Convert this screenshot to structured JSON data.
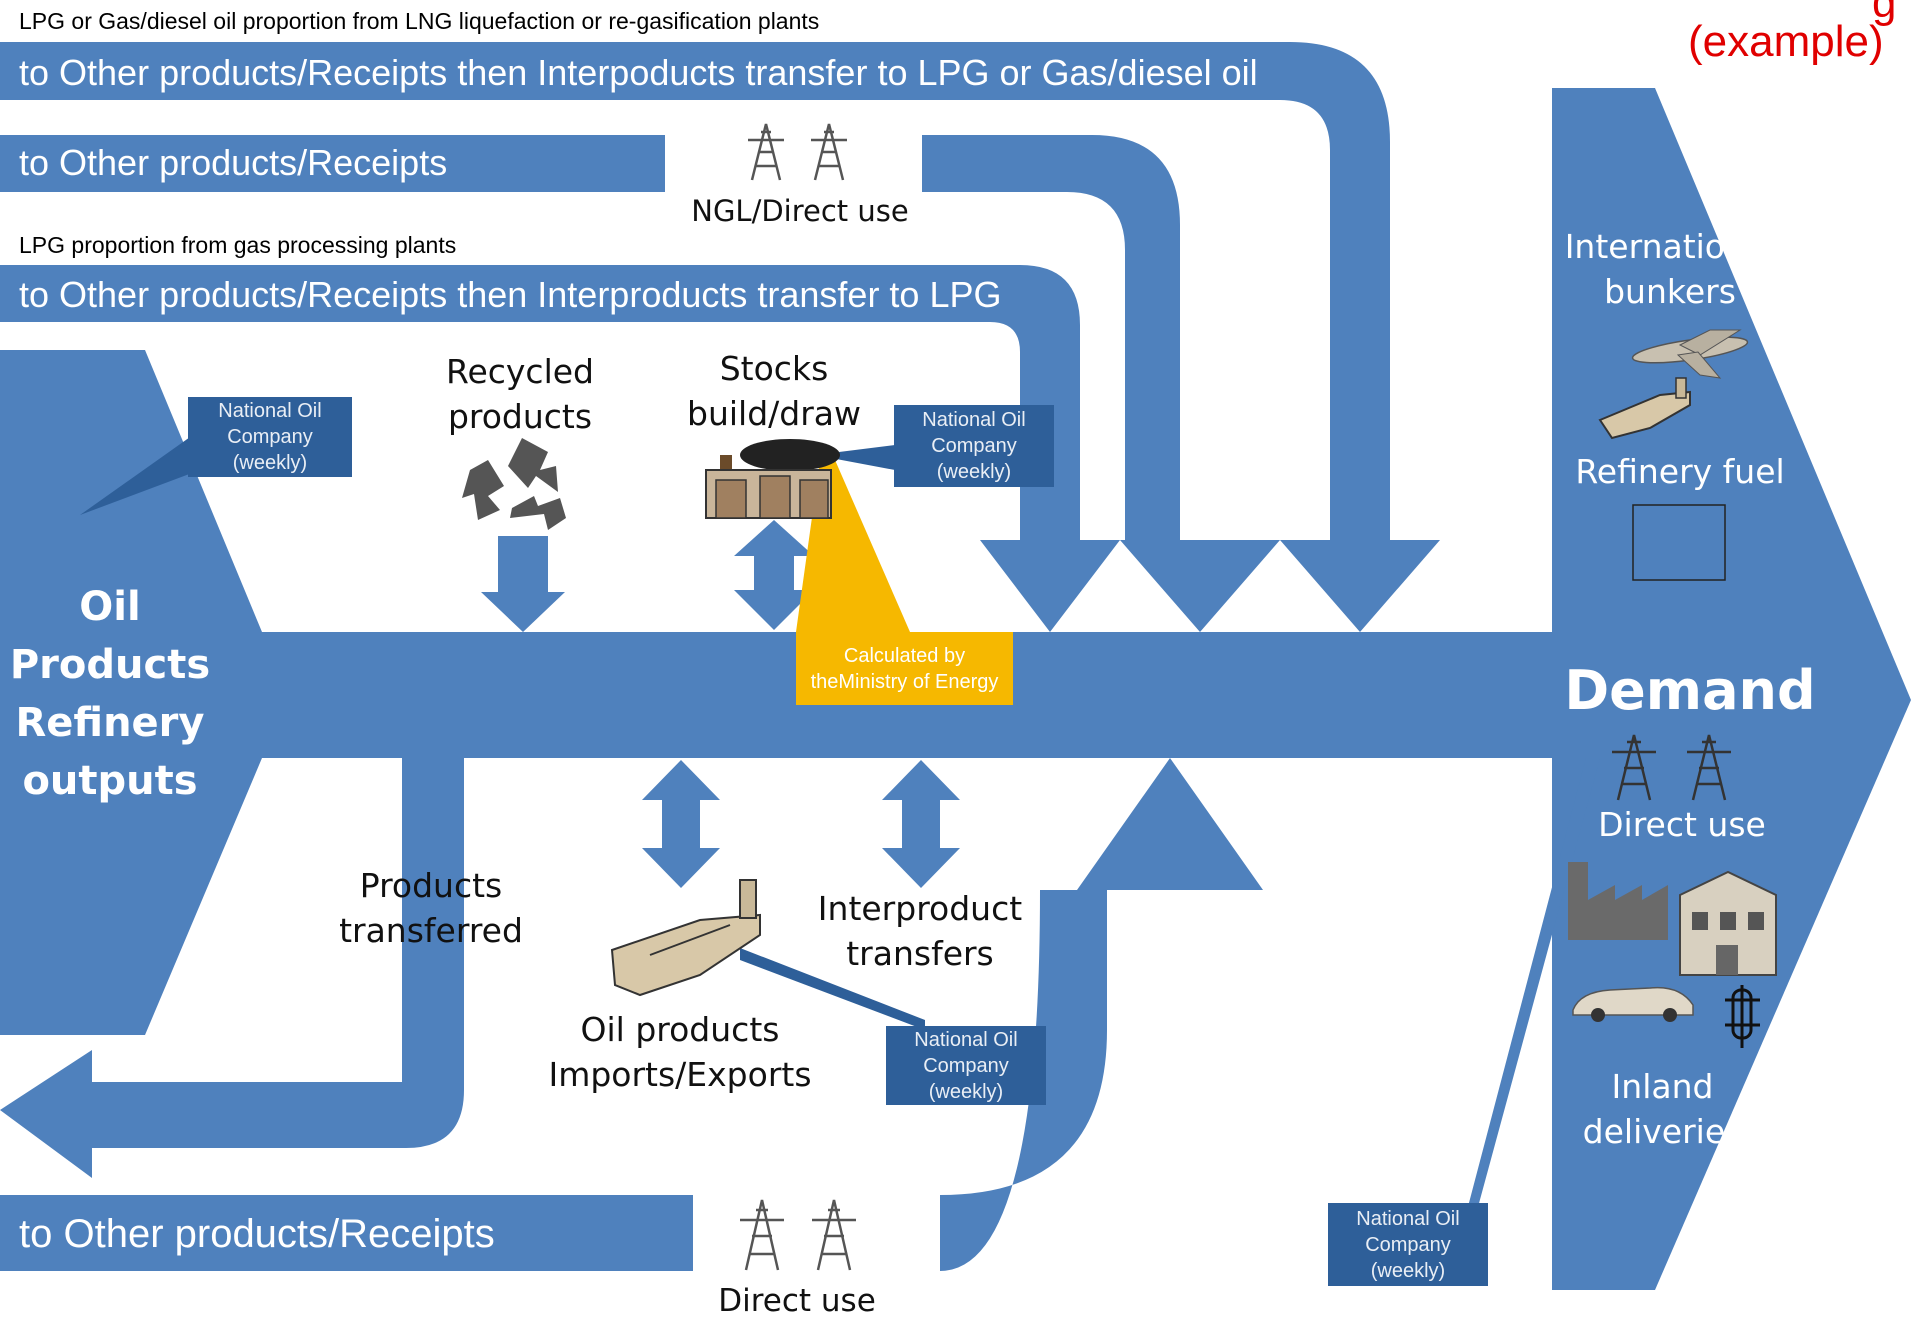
{
  "colors": {
    "flow": "#4f81bd",
    "source_box": "#2e5f99",
    "calc_box": "#f6b800",
    "title_red": "#e00000"
  },
  "title": {
    "partial": "g",
    "example": "(example)"
  },
  "notes": {
    "lng": "LPG or Gas/diesel oil proportion from LNG liquefaction  or re-gasification plants",
    "gas_processing": "LPG proportion from gas processing plants"
  },
  "bands": {
    "top1": "to Other products/Receipts then Interpoducts transfer to LPG or Gas/diesel oil",
    "top2": "to Other products/Receipts",
    "top3": "to Other products/Receipts then Interproducts transfer to LPG",
    "bottom": "to Other products/Receipts"
  },
  "labels": {
    "ngl_direct_use": "NGL/Direct use",
    "recycled": [
      "Recycled",
      "products"
    ],
    "stocks": [
      "Stocks",
      "build/draw"
    ],
    "source": [
      "Oil",
      "Products",
      "Refinery",
      "outputs"
    ],
    "products_transferred": [
      "Products",
      "transferred"
    ],
    "interproduct": [
      "Interproduct",
      "transfers"
    ],
    "imports_exports": [
      "Oil products",
      "Imports/Exports"
    ],
    "direct_use_bottom": "Direct use",
    "demand": "Demand",
    "international_bunkers": [
      "International",
      "bunkers"
    ],
    "refinery_fuel": "Refinery fuel",
    "direct_use_right": "Direct use",
    "inland": [
      "Inland",
      "deliveries"
    ]
  },
  "source_boxes": {
    "noc_1": [
      "National Oil",
      "Company",
      "(weekly)"
    ],
    "noc_2": [
      "National Oil",
      "Company",
      "(weekly)"
    ],
    "noc_3": [
      "National Oil",
      "Company",
      "(weekly)"
    ],
    "noc_4": [
      "National Oil",
      "Company",
      "(weekly)"
    ]
  },
  "calc_box": [
    "Calculated by the",
    "Ministry of Energy"
  ],
  "icons": [
    "pylon-icon",
    "recycle-icon",
    "refinery-icon",
    "tanker-icon",
    "airplane-icon",
    "factory-icon",
    "house-icon",
    "car-icon",
    "pipeline-icon"
  ]
}
